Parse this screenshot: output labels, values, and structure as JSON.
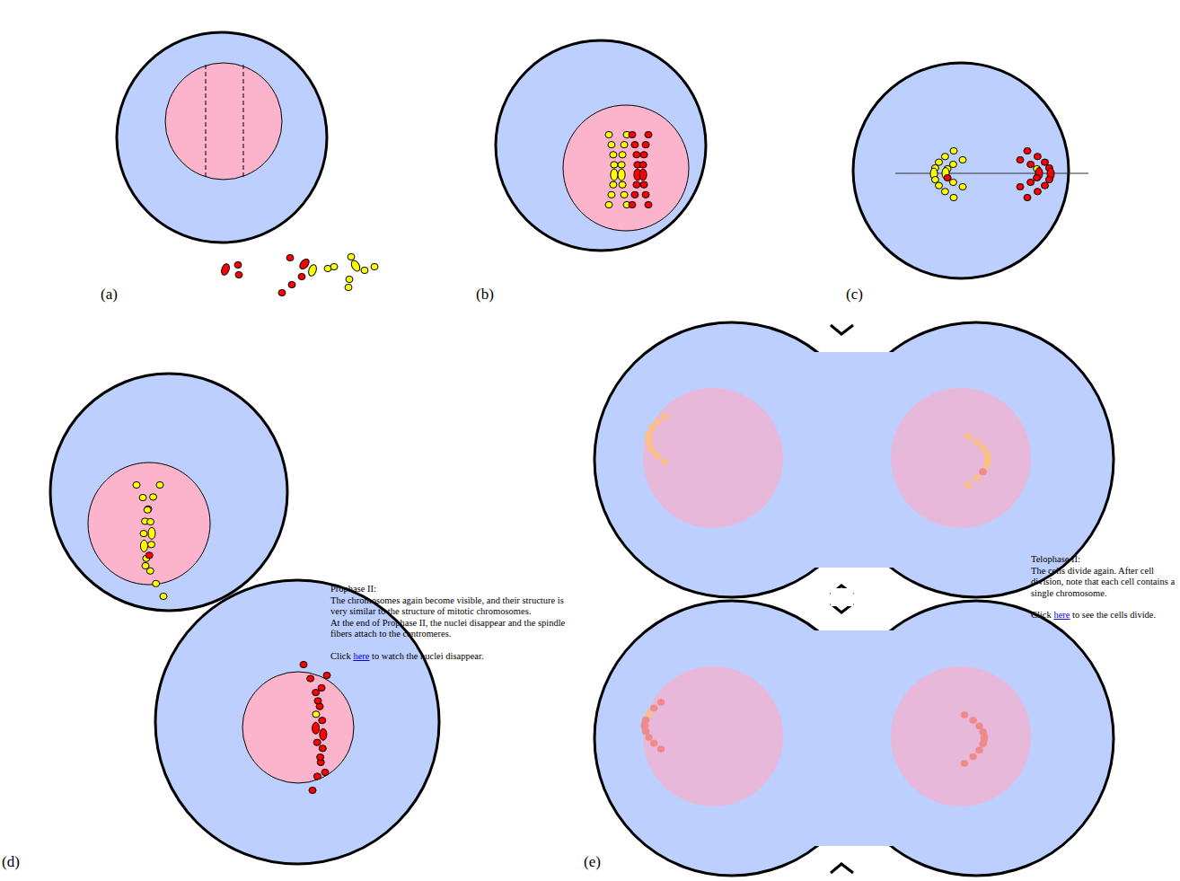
{
  "diagram": {
    "labels": [
      "(a)",
      "(b)",
      "(c)",
      "(d)",
      "(e)",
      "Prophase II:",
      "The chromosomes again become visible, and their structure is very similar to the structure of mitotic chromosomes.",
      "At the end of Prophase II, the nuclei disappear and the spindle fibers attach to the centromeres.",
      "Click",
      "here",
      "to watch the nuclei disappear.",
      "Telophase II:",
      "The cells divide again. After cell division, note that each cell contains a single chromosome.",
      "Click",
      "here",
      "to see the cells divide."
    ]
  }
}
